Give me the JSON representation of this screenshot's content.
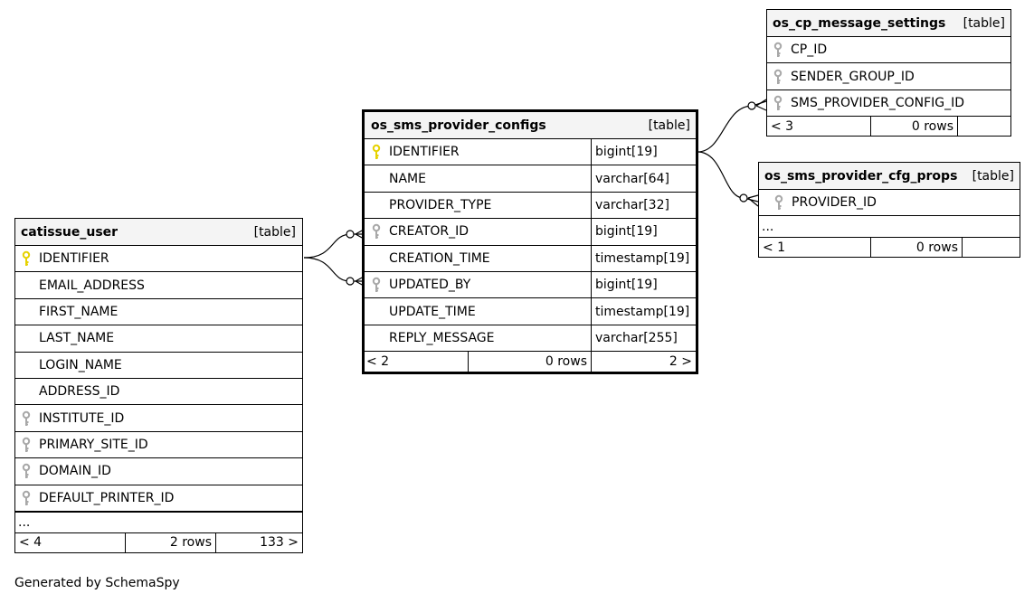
{
  "footer": "Generated by SchemaSpy",
  "tables": {
    "catissue_user": {
      "name": "catissue_user",
      "kind": "[table]",
      "columns": [
        "IDENTIFIER",
        "EMAIL_ADDRESS",
        "FIRST_NAME",
        "LAST_NAME",
        "LOGIN_NAME",
        "ADDRESS_ID",
        "INSTITUTE_ID",
        "PRIMARY_SITE_ID",
        "DOMAIN_ID",
        "DEFAULT_PRINTER_ID"
      ],
      "more": "...",
      "footer": {
        "parents": "< 4",
        "rows": "2 rows",
        "children": "133 >"
      }
    },
    "os_sms_provider_configs": {
      "name": "os_sms_provider_configs",
      "kind": "[table]",
      "columns": [
        {
          "name": "IDENTIFIER",
          "type": "bigint[19]"
        },
        {
          "name": "NAME",
          "type": "varchar[64]"
        },
        {
          "name": "PROVIDER_TYPE",
          "type": "varchar[32]"
        },
        {
          "name": "CREATOR_ID",
          "type": "bigint[19]"
        },
        {
          "name": "CREATION_TIME",
          "type": "timestamp[19]"
        },
        {
          "name": "UPDATED_BY",
          "type": "bigint[19]"
        },
        {
          "name": "UPDATE_TIME",
          "type": "timestamp[19]"
        },
        {
          "name": "REPLY_MESSAGE",
          "type": "varchar[255]"
        }
      ],
      "footer": {
        "parents": "< 2",
        "rows": "0 rows",
        "children": "2 >"
      }
    },
    "os_cp_message_settings": {
      "name": "os_cp_message_settings",
      "kind": "[table]",
      "columns": [
        "CP_ID",
        "SENDER_GROUP_ID",
        "SMS_PROVIDER_CONFIG_ID"
      ],
      "footer": {
        "parents": "< 3",
        "rows": "0 rows",
        "children": ""
      }
    },
    "os_sms_provider_cfg_props": {
      "name": "os_sms_provider_cfg_props",
      "kind": "[table]",
      "columns": [
        "PROVIDER_ID"
      ],
      "more": "...",
      "footer": {
        "parents": "< 1",
        "rows": "0 rows",
        "children": ""
      }
    }
  },
  "colors": {
    "primary_key": "#e6d200",
    "foreign_key": "#a8a8a8",
    "header_bg": "#f4f4f4"
  }
}
